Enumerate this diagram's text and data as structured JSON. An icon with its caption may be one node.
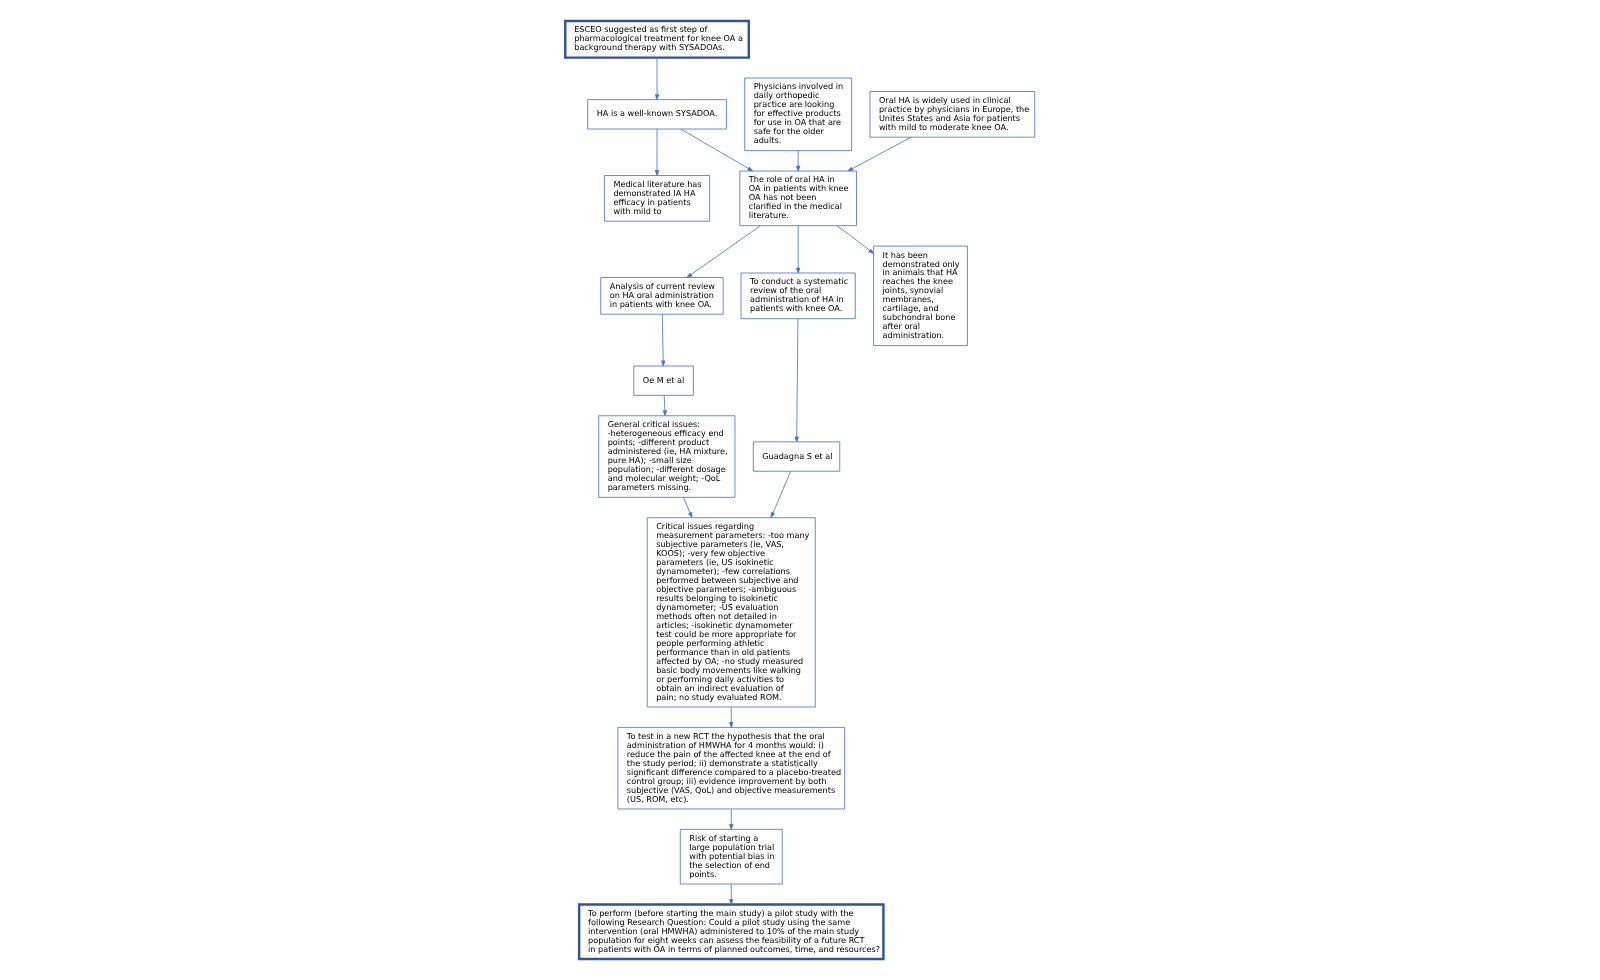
{
  "diagram": {
    "nodes": [
      {
        "text": [
          "ESCEO suggested as first step of pharmacological treatment for knee OA a background therapy with SYSADOAs."
        ]
      },
      {
        "text": [
          "Oe M et al"
        ]
      },
      {
        "text": [
          "Critical issues regarding measurement parameters: -too many subjective parameters (ie, VAS, KOOS); -very few objective parameters (ie, US isokinetic dynamometer); -few correlations performed between subjective and objective parameters; -ambiguous results belonging to isokinetic dynamometer; -US evaluation methods often not detailed in articles; -isokinetic dynamometer test could be more appropriate for people performing athletic performance than in old patients affected by OA; -no study measured basic body movements like walking or performing daily activities to obtain an indirect evaluation of pain; no study evaluated ROM."
        ]
      },
      {
        "text": [
          "HA is a well-known SYSADOA."
        ]
      },
      {
        "text": [
          "Analysis of current review on HA oral administration in patients with knee OA."
        ]
      },
      {
        "text": [
          "General critical issues: -heterogeneous efficacy end points; -different product administered (ie, HA mixture, pure HA); -small size population; -different dosage and molecular weight; -QoL parameters missing."
        ]
      },
      {
        "text": [
          "Medical literature has demonstrated IA HA efficacy in patients with mild to"
        ]
      },
      {
        "text": [
          "The role of oral HA in OA in patients with knee OA has not been clarified in the medical literature."
        ]
      },
      {
        "text": [
          "To conduct a systematic review of the oral administration of HA in patients with knee OA."
        ]
      },
      {
        "text": [
          "Guadagna S et al"
        ]
      },
      {
        "text": [
          "It has been demonstrated only in animals that HA reaches the knee joints, synovial membranes, cartilage, and subchondral bone after oral administration."
        ]
      },
      {
        "text": [
          "Physicians involved in daily orthopedic practice are looking for effective products for use in OA that are safe for the older adults."
        ]
      },
      {
        "text": [
          "To test in a new RCT the hypothesis that the oral administration of HMWHA for 4 months would: i) reduce the pain of the affected knee at the end of the study period; ii) demonstrate a statistically significant difference compared to a placebo-treated control group; iii) evidence improvement by both subjective (VAS, QoL) and objective measurements (US, ROM, etc)."
        ]
      },
      {
        "text": [
          "Risk of starting a large population trial with potential bias in the selection of end points."
        ]
      },
      {
        "text": [
          "Oral HA is widely used in clinical practice by physicians in Europe, the Unites States and Asia for patients with mild to moderate knee OA."
        ]
      },
      {
        "text": [
          "To perform (before starting the main study) a pilot study with the following Research Question: Could a pilot study using the same intervention (oral HMWHA) administered to 10% of the main study population for eight weeks can assess the feasibility of a future RCT in patients with OA in terms of planned outcomes, time, and resources?"
        ]
      }
    ],
    "edges": [
      {
        "from": 0,
        "to": 3,
        "arrow": "to"
      },
      {
        "from": 3,
        "to": 6,
        "arrow": "to"
      },
      {
        "from": 3,
        "to": 7,
        "arrow": "to"
      },
      {
        "from": 7,
        "to": 4,
        "arrow": "to"
      },
      {
        "from": 7,
        "to": 8,
        "arrow": "to"
      },
      {
        "from": 7,
        "to": 10,
        "arrow": "to"
      },
      {
        "from": 11,
        "to": 7,
        "arrow": "to"
      },
      {
        "from": 14,
        "to": 7,
        "arrow": "to"
      },
      {
        "from": 4,
        "to": 1,
        "arrow": "to"
      },
      {
        "from": 1,
        "to": 5,
        "arrow": "to"
      },
      {
        "from": 5,
        "to": 2,
        "arrow": "to"
      },
      {
        "from": 8,
        "to": 9,
        "arrow": "to"
      },
      {
        "from": 9,
        "to": 2,
        "arrow": "to"
      },
      {
        "from": 2,
        "to": 12,
        "arrow": "to"
      },
      {
        "from": 12,
        "to": 13,
        "arrow": "to"
      },
      {
        "from": 13,
        "to": 15,
        "arrow": "to"
      }
    ]
  }
}
